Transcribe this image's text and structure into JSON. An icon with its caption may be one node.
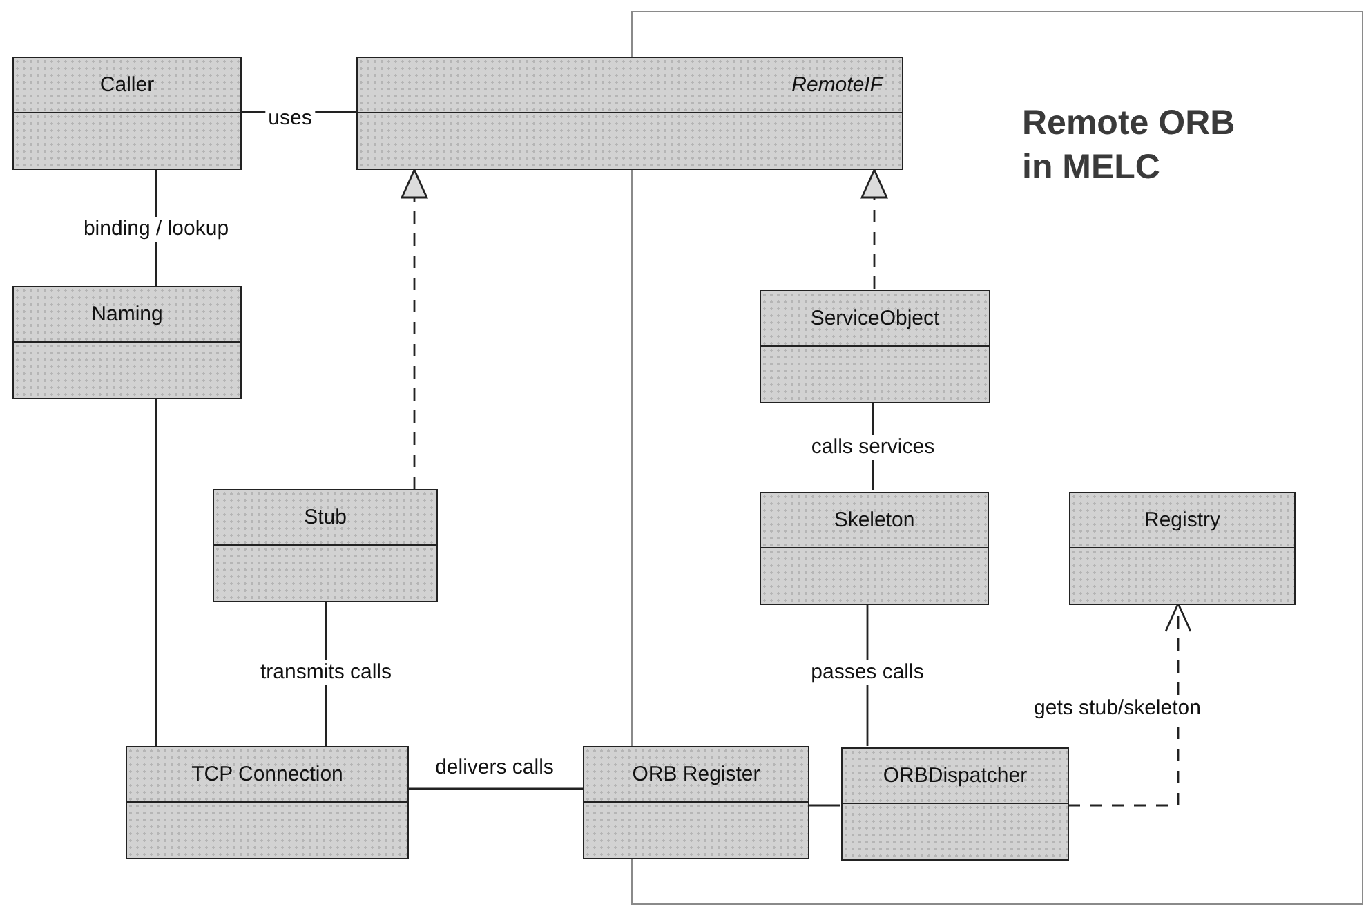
{
  "diagram": {
    "nodes": [
      {
        "text": [
          "Remote ORB in MELC"
        ]
      },
      {
        "text": [
          "Caller"
        ]
      },
      {
        "text": [
          "RemoteIF"
        ]
      },
      {
        "text": [
          "Naming"
        ]
      },
      {
        "text": [
          "ServiceObject"
        ],
        "in": 0
      },
      {
        "text": [
          "Stub"
        ]
      },
      {
        "text": [
          "Skeleton"
        ],
        "in": 0
      },
      {
        "text": [
          "Registry"
        ],
        "in": 0
      },
      {
        "text": [
          "TCP Connection"
        ]
      },
      {
        "text": [
          "ORB Register"
        ]
      },
      {
        "text": [
          "ORBDispatcher"
        ],
        "in": 0
      }
    ],
    "edges": [
      {
        "from": 1,
        "to": 2,
        "arrow": "none",
        "label": "uses"
      },
      {
        "from": 1,
        "to": 3,
        "arrow": "none",
        "label": "binding / lookup"
      },
      {
        "from": 5,
        "to": 2,
        "arrow": "to",
        "style": "dashed"
      },
      {
        "from": 4,
        "to": 2,
        "arrow": "to",
        "style": "dashed"
      },
      {
        "from": 4,
        "to": 6,
        "arrow": "none",
        "label": "calls services"
      },
      {
        "from": 5,
        "to": 8,
        "arrow": "none",
        "label": "transmits calls"
      },
      {
        "from": 6,
        "to": 10,
        "arrow": "none",
        "label": "passes calls"
      },
      {
        "from": 3,
        "to": 8,
        "arrow": "none"
      },
      {
        "from": 8,
        "to": 9,
        "arrow": "none",
        "label": "delivers calls"
      },
      {
        "from": 9,
        "to": 10,
        "arrow": "none"
      },
      {
        "from": 10,
        "to": 7,
        "arrow": "to",
        "style": "dashed",
        "label": "gets stub/skeleton"
      }
    ]
  }
}
